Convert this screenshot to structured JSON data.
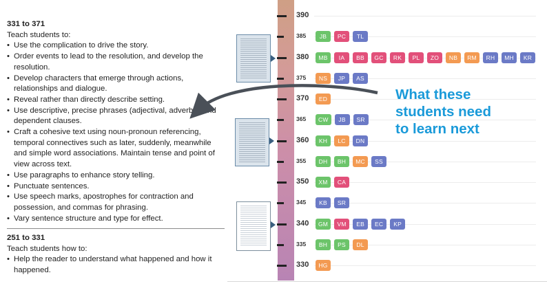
{
  "section1": {
    "heading": "331 to 371",
    "intro": "Teach students to:",
    "bullets": [
      "Use the complication to drive the story.",
      "Order events to lead to the resolution, and develop the resolution.",
      "Develop characters that emerge through actions, relationships and dialogue.",
      "Reveal rather than directly describe setting.",
      "Use descriptive, precise phrases (adjectival, adverbial and dependent clauses.",
      "Craft a cohesive text using noun-pronoun referencing, temporal connectives such as later, suddenly, meanwhile and simple word associations. Maintain tense and point of view across text.",
      "Use paragraphs to enhance story telling.",
      "Punctuate sentences.",
      "Use speech marks, apostrophes for contraction and possession, and commas for phrasing.",
      "Vary sentence structure and type for effect."
    ]
  },
  "section2": {
    "heading": "251 to 331",
    "intro": "Teach students how to:",
    "bullets": [
      "Help the reader to understand what happened and how it happened."
    ]
  },
  "annotation": {
    "line1": "What these",
    "line2": "students need",
    "line3": "to learn next"
  },
  "colors": {
    "green": "#6cc46a",
    "pink": "#e2507a",
    "blue": "#6b7ac6",
    "orange": "#f39a52",
    "annotation": "#1a9ad9"
  },
  "scale": [
    {
      "label": "390",
      "major": true,
      "students": []
    },
    {
      "label": "385",
      "major": false,
      "students": [
        [
          "JB",
          "green"
        ],
        [
          "PC",
          "pink"
        ],
        [
          "TL",
          "blue"
        ]
      ]
    },
    {
      "label": "380",
      "major": true,
      "students": [
        [
          "MB",
          "green"
        ],
        [
          "IA",
          "pink"
        ],
        [
          "BB",
          "pink"
        ],
        [
          "GC",
          "pink"
        ],
        [
          "RK",
          "pink"
        ],
        [
          "PL",
          "pink"
        ],
        [
          "ZO",
          "pink"
        ],
        [
          "NB",
          "orange"
        ],
        [
          "RM",
          "orange"
        ],
        [
          "RH",
          "blue"
        ],
        [
          "MH",
          "blue"
        ],
        [
          "KR",
          "blue"
        ]
      ]
    },
    {
      "label": "375",
      "major": false,
      "students": [
        [
          "NS",
          "orange"
        ],
        [
          "JP",
          "blue"
        ],
        [
          "AS",
          "blue"
        ]
      ]
    },
    {
      "label": "370",
      "major": true,
      "students": [
        [
          "ED",
          "orange"
        ]
      ]
    },
    {
      "label": "365",
      "major": false,
      "students": [
        [
          "CW",
          "green"
        ],
        [
          "JB",
          "blue"
        ],
        [
          "SR",
          "blue"
        ]
      ]
    },
    {
      "label": "360",
      "major": true,
      "students": [
        [
          "KH",
          "green"
        ],
        [
          "LC",
          "orange"
        ],
        [
          "DN",
          "blue"
        ]
      ]
    },
    {
      "label": "355",
      "major": false,
      "students": [
        [
          "DH",
          "green"
        ],
        [
          "BH",
          "green"
        ],
        [
          "MC",
          "orange"
        ],
        [
          "SS",
          "blue"
        ]
      ]
    },
    {
      "label": "350",
      "major": true,
      "students": [
        [
          "XM",
          "green"
        ],
        [
          "CA",
          "pink"
        ]
      ]
    },
    {
      "label": "345",
      "major": false,
      "students": [
        [
          "KB",
          "blue"
        ],
        [
          "SR",
          "blue"
        ]
      ]
    },
    {
      "label": "340",
      "major": true,
      "students": [
        [
          "GM",
          "green"
        ],
        [
          "VM",
          "pink"
        ],
        [
          "EB",
          "blue"
        ],
        [
          "EC",
          "blue"
        ],
        [
          "KP",
          "blue"
        ]
      ]
    },
    {
      "label": "335",
      "major": false,
      "students": [
        [
          "BH",
          "green"
        ],
        [
          "PS",
          "green"
        ],
        [
          "DL",
          "orange"
        ]
      ]
    },
    {
      "label": "330",
      "major": true,
      "students": [
        [
          "HG",
          "orange"
        ]
      ]
    }
  ]
}
